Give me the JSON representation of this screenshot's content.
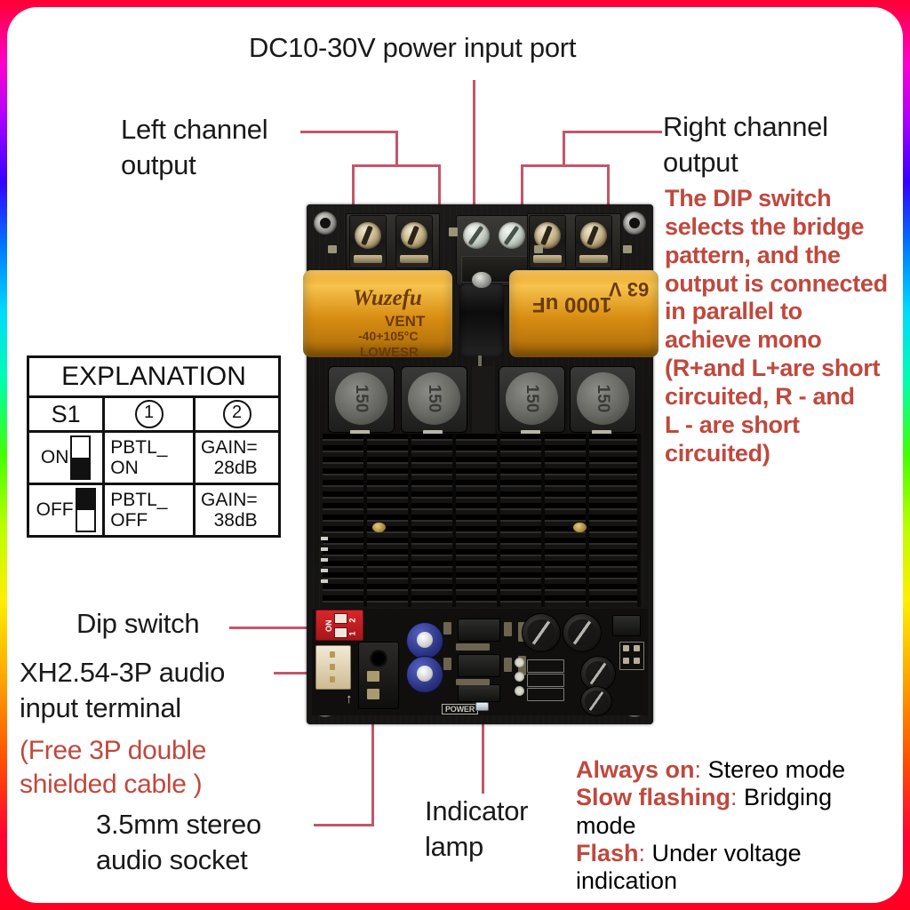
{
  "annotations": {
    "power_input": "DC10-30V power input port",
    "left_channel": "Left channel\noutput",
    "right_channel": "Right channel\noutput",
    "dip_switch": "Dip switch",
    "audio_input": "XH2.54-3P audio\ninput terminal",
    "audio_input_note": "(Free 3P double\nshielded cable )",
    "stereo_socket": "3.5mm stereo\naudio socket",
    "indicator_lamp": "Indicator\nlamp",
    "dip_description": "The DIP switch\nselects the bridge\npattern, and the\noutput is connected\nin parallel to\nachieve mono\n(R+and L+are short\n circuited, R - and\nL - are short\ncircuited)"
  },
  "status_legend": [
    {
      "state": "Always on",
      "sep": ": ",
      "meaning": "Stereo mode"
    },
    {
      "state": "Slow flashing",
      "sep": ": ",
      "meaning": "Bridging"
    },
    {
      "state": "",
      "sep": "",
      "meaning": "mode"
    },
    {
      "state": "Flash",
      "sep": ": ",
      "meaning": "Under voltage"
    },
    {
      "state": "",
      "sep": "",
      "meaning": "indication"
    }
  ],
  "explanation_table": {
    "title": "EXPLANATION",
    "headers": {
      "col1": "S1",
      "col2": "1",
      "col3": "2"
    },
    "rows": [
      {
        "state": "ON",
        "switch_position": "down",
        "col2_line1": "PBTL_",
        "col2_line2": "ON",
        "col3_line1": "GAIN=",
        "col3_line2": "28dB"
      },
      {
        "state": "OFF",
        "switch_position": "up",
        "col2_line1": "PBTL_",
        "col2_line2": "OFF",
        "col3_line1": "GAIN=",
        "col3_line2": "38dB"
      }
    ]
  },
  "board": {
    "capacitor_left": {
      "brand": "Wuzefu",
      "line2": "VENT",
      "line3": "-40+105°C",
      "line4": "LOWESR"
    },
    "capacitor_right": {
      "value": "1000 uF",
      "voltage": "63 V"
    },
    "inductors": [
      "150",
      "150",
      "150",
      "150"
    ],
    "silkscreen": {
      "power": "POWER",
      "dip_on": "ON",
      "dip_numbers": [
        "1",
        "2"
      ]
    }
  },
  "colors": {
    "annotation_red": "#c0483d",
    "leader_line": "#c4566a",
    "text_black": "#1a1a1a",
    "dip_red": "#d8252b",
    "cap_gold": "#e8a21c"
  }
}
